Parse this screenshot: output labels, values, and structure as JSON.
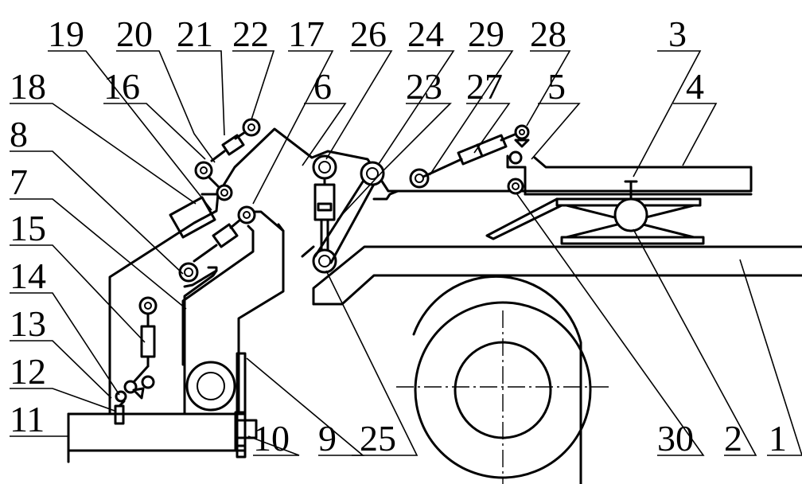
{
  "labels": [
    {
      "id": "19",
      "text": "19"
    },
    {
      "id": "20",
      "text": "20"
    },
    {
      "id": "21",
      "text": "21"
    },
    {
      "id": "22",
      "text": "22"
    },
    {
      "id": "17",
      "text": "17"
    },
    {
      "id": "26",
      "text": "26"
    },
    {
      "id": "24",
      "text": "24"
    },
    {
      "id": "29",
      "text": "29"
    },
    {
      "id": "28",
      "text": "28"
    },
    {
      "id": "3",
      "text": "3"
    },
    {
      "id": "18",
      "text": "18"
    },
    {
      "id": "16",
      "text": "16"
    },
    {
      "id": "6",
      "text": "6"
    },
    {
      "id": "23",
      "text": "23"
    },
    {
      "id": "27",
      "text": "27"
    },
    {
      "id": "5",
      "text": "5"
    },
    {
      "id": "4",
      "text": "4"
    },
    {
      "id": "8",
      "text": "8"
    },
    {
      "id": "7",
      "text": "7"
    },
    {
      "id": "15",
      "text": "15"
    },
    {
      "id": "14",
      "text": "14"
    },
    {
      "id": "13",
      "text": "13"
    },
    {
      "id": "12",
      "text": "12"
    },
    {
      "id": "11",
      "text": "11"
    },
    {
      "id": "10",
      "text": "10"
    },
    {
      "id": "9",
      "text": "9"
    },
    {
      "id": "25",
      "text": "25"
    },
    {
      "id": "30",
      "text": "30"
    },
    {
      "id": "2",
      "text": "2"
    },
    {
      "id": "1",
      "text": "1"
    }
  ]
}
